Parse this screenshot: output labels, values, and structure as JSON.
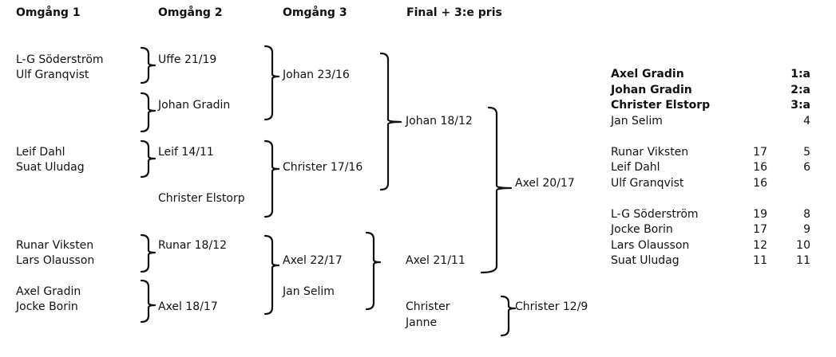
{
  "headers": {
    "round1": "Omgång 1",
    "round2": "Omgång 2",
    "round3": "Omgång 3",
    "final": "Final + 3:e pris"
  },
  "round1": [
    "L-G Söderström",
    "Ulf Granqvist",
    "Leif Dahl",
    "Suat Uludag",
    "Runar Viksten",
    "Lars Olausson",
    "Axel Gradin",
    "Jocke Borin"
  ],
  "round2": [
    "Uffe 21/19",
    "Johan Gradin",
    "Leif 14/11",
    "Christer Elstorp",
    "Runar 18/12",
    "Axel 18/17"
  ],
  "round3": [
    "Johan 23/16",
    "Christer 17/16",
    "Axel 22/17",
    "Jan Selim"
  ],
  "semis": [
    "Johan 18/12",
    "Axel 21/11"
  ],
  "final_winner": "Axel 20/17",
  "third_place": {
    "players": [
      "Christer",
      "Janne"
    ],
    "winner": "Christer 12/9"
  },
  "standings": [
    {
      "name": "Axel Gradin",
      "score": "",
      "place": "1:a",
      "bold": true
    },
    {
      "name": "Johan Gradin",
      "score": "",
      "place": "2:a",
      "bold": true
    },
    {
      "name": "Christer Elstorp",
      "score": "",
      "place": "3:a",
      "bold": true
    },
    {
      "name": "Jan Selim",
      "score": "",
      "place": "4",
      "bold": false
    },
    {
      "name": "Runar Viksten",
      "score": "17",
      "place": "5",
      "bold": false
    },
    {
      "name": "Leif Dahl",
      "score": "16",
      "place": "6",
      "bold": false
    },
    {
      "name": "Ulf Granqvist",
      "score": "16",
      "place": "",
      "bold": false
    },
    {
      "name": "L-G Söderström",
      "score": "19",
      "place": "8",
      "bold": false
    },
    {
      "name": "Jocke Borin",
      "score": "17",
      "place": "9",
      "bold": false
    },
    {
      "name": "Lars Olausson",
      "score": "12",
      "place": "10",
      "bold": false
    },
    {
      "name": "Suat Uludag",
      "score": "11",
      "place": "11",
      "bold": false
    }
  ]
}
